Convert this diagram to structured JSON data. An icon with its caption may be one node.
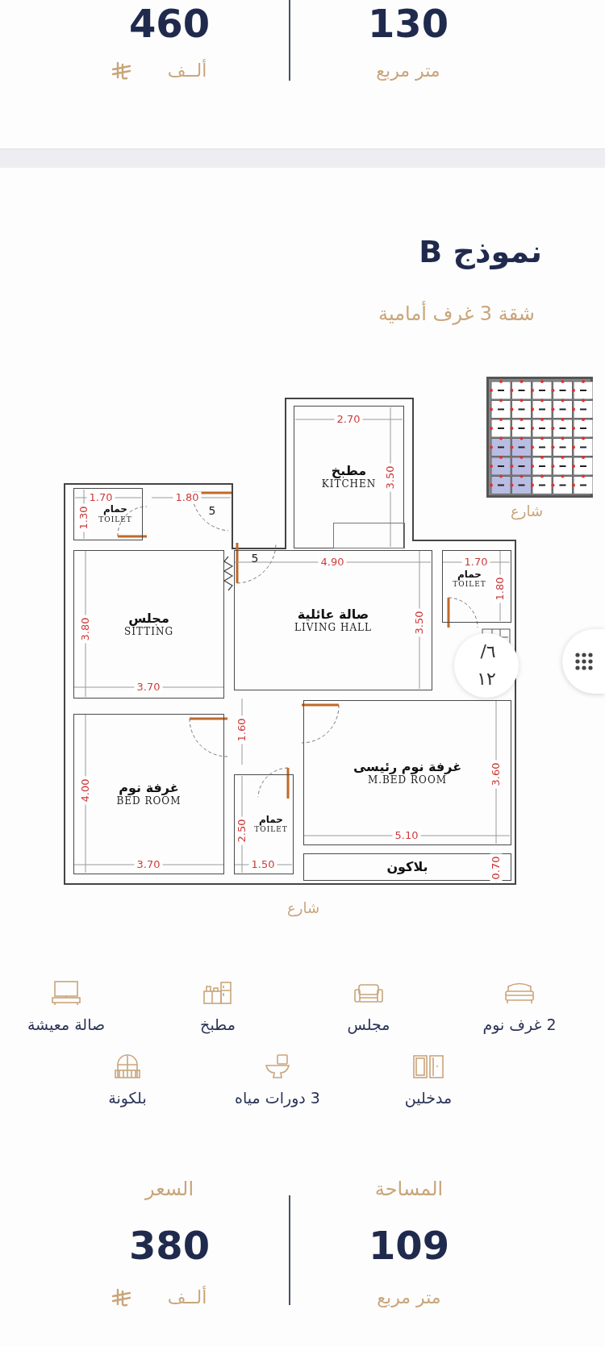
{
  "diagram": {
    "title": "نموذج B",
    "nodes": [
      {
        "text": [
          "مطبخ",
          "KITCHEN"
        ]
      },
      {
        "text": [
          "حمام",
          "TOILET"
        ]
      },
      {
        "text": [
          "مجلس",
          "SITTING"
        ]
      },
      {
        "text": [
          "صالة عائلية",
          "LIVING HALL"
        ]
      },
      {
        "text": [
          "حمام",
          "TOILET"
        ]
      },
      {
        "text": [
          "غرفة نوم",
          "BED ROOM"
        ]
      },
      {
        "text": [
          "غرفة نوم رئيسى",
          "M.BED ROOM"
        ]
      },
      {
        "text": [
          "حمام",
          "TOILET"
        ]
      },
      {
        "text": [
          "بلاكون"
        ]
      },
      {
        "text": [],
        "shape": "box",
        "in": 0
      }
    ],
    "labels": [
      "460",
      "ألــف",
      "130",
      "متر مربع",
      "شقة 3 غرف أمامية",
      "شارع",
      "2.70",
      "3.50",
      "1.70",
      "1.30",
      "1.80",
      "5",
      "5",
      "4.90",
      "1.70",
      "1.80",
      "3.80",
      "3.50",
      "/٦",
      "١٢",
      "3.70",
      "1.60",
      "4.00",
      "3.60",
      "2.50",
      "5.10",
      "3.70",
      "1.50",
      "0.70",
      "شارع",
      "2 غرف نوم",
      "مجلس",
      "مطبخ",
      "صالة معيشة",
      "مدخلين",
      "3 دورات مياه",
      "بلكونة",
      "المساحة",
      "السعر",
      "109",
      "380",
      "متر مربع",
      "ألــف"
    ]
  }
}
